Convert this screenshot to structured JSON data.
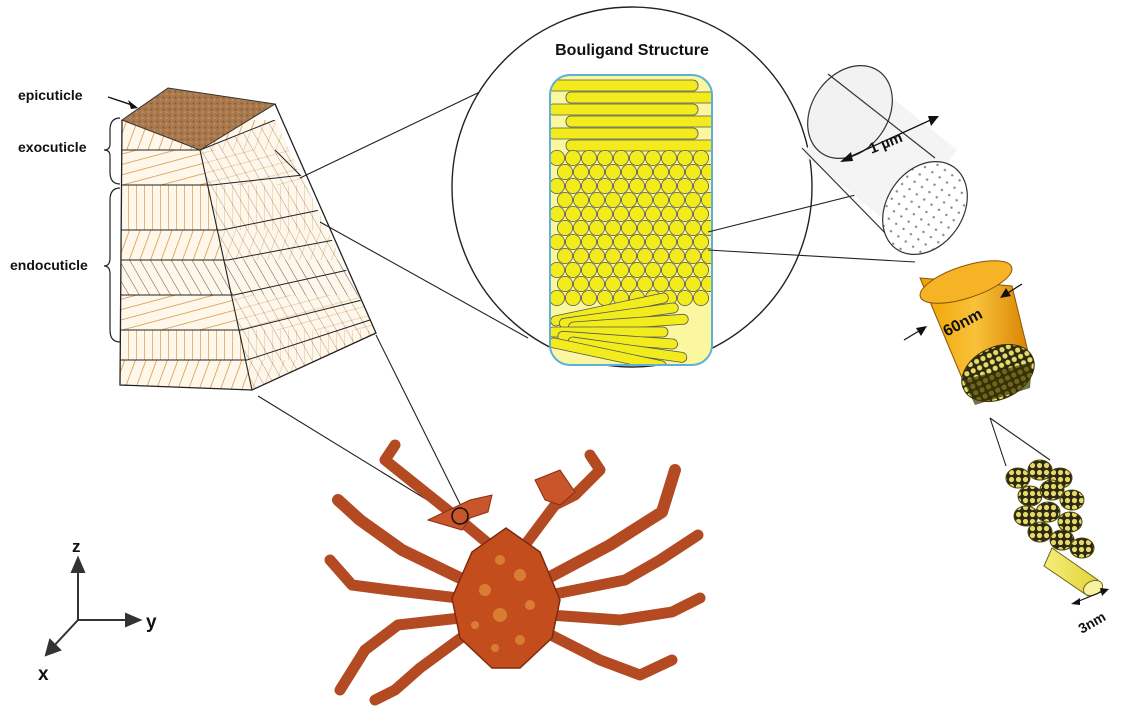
{
  "labels": {
    "epicuticle": "epicuticle",
    "exocuticle": "exocuticle",
    "endocuticle": "endocuticle",
    "bouligand_title": "Bouligand Structure",
    "dim_1um": "1 µm",
    "dim_60nm": "60nm",
    "dim_3nm": "3nm"
  },
  "axes": {
    "z": "z",
    "y": "y",
    "x": "x"
  },
  "colors": {
    "cuticle_top": "#a9794d",
    "cuticle_line": "#c98a3a",
    "fiber_yellow": "#f2ec1c",
    "fibril_orange": "#f0a000",
    "crab": "#b8431f",
    "outline": "#111111"
  }
}
